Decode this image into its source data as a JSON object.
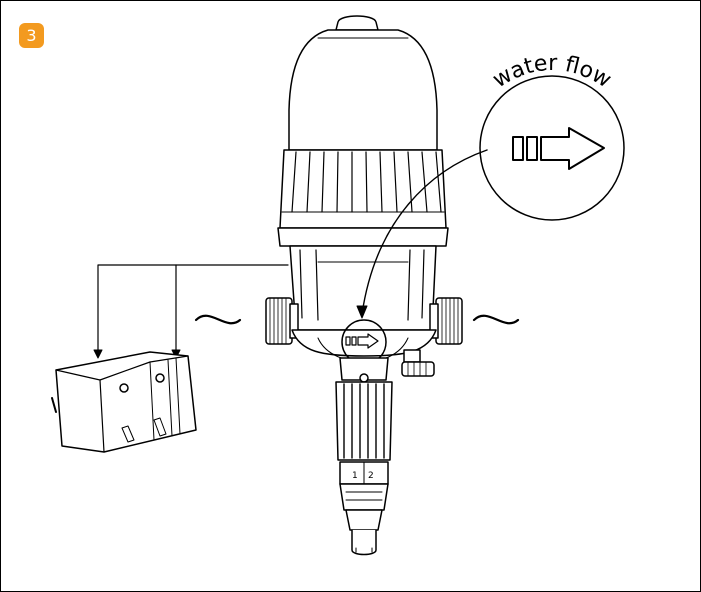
{
  "step": {
    "number": "3",
    "badge_color": "#f39a1f"
  },
  "callout": {
    "label": "water flow"
  },
  "colors": {
    "line": "#000000",
    "background": "#ffffff"
  },
  "icons": {
    "flow_arrow": "water-flow-arrow-icon",
    "wave": "water-wave-icon"
  },
  "dial": {
    "marks": [
      "1",
      "2"
    ]
  }
}
